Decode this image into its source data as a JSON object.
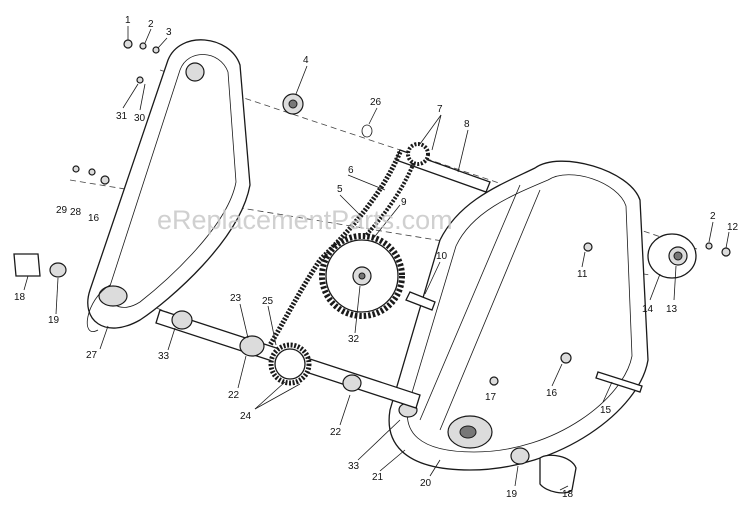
{
  "watermark": "eReplacementParts.com",
  "part_labels": [
    {
      "id": "l1",
      "text": "1"
    },
    {
      "id": "l2",
      "text": "2"
    },
    {
      "id": "l3",
      "text": "3"
    },
    {
      "id": "l4",
      "text": "4"
    },
    {
      "id": "l26",
      "text": "26"
    },
    {
      "id": "l7",
      "text": "7"
    },
    {
      "id": "l8",
      "text": "8"
    },
    {
      "id": "l31",
      "text": "31"
    },
    {
      "id": "l30",
      "text": "30"
    },
    {
      "id": "l6",
      "text": "6"
    },
    {
      "id": "l5",
      "text": "5"
    },
    {
      "id": "l9",
      "text": "9"
    },
    {
      "id": "l29",
      "text": "29"
    },
    {
      "id": "l28",
      "text": "28"
    },
    {
      "id": "l16a",
      "text": "16"
    },
    {
      "id": "l2b",
      "text": "2"
    },
    {
      "id": "l12",
      "text": "12"
    },
    {
      "id": "l10",
      "text": "10"
    },
    {
      "id": "l11",
      "text": "11"
    },
    {
      "id": "l18a",
      "text": "18"
    },
    {
      "id": "l19a",
      "text": "19"
    },
    {
      "id": "l14",
      "text": "14"
    },
    {
      "id": "l13",
      "text": "13"
    },
    {
      "id": "l23",
      "text": "23"
    },
    {
      "id": "l25",
      "text": "25"
    },
    {
      "id": "l32",
      "text": "32"
    },
    {
      "id": "l27",
      "text": "27"
    },
    {
      "id": "l33a",
      "text": "33"
    },
    {
      "id": "l22a",
      "text": "22"
    },
    {
      "id": "l16b",
      "text": "16"
    },
    {
      "id": "l24",
      "text": "24"
    },
    {
      "id": "l17",
      "text": "17"
    },
    {
      "id": "l15",
      "text": "15"
    },
    {
      "id": "l22b",
      "text": "22"
    },
    {
      "id": "l33b",
      "text": "33"
    },
    {
      "id": "l21",
      "text": "21"
    },
    {
      "id": "l20",
      "text": "20"
    },
    {
      "id": "l19b",
      "text": "19"
    },
    {
      "id": "l18b",
      "text": "18"
    }
  ]
}
